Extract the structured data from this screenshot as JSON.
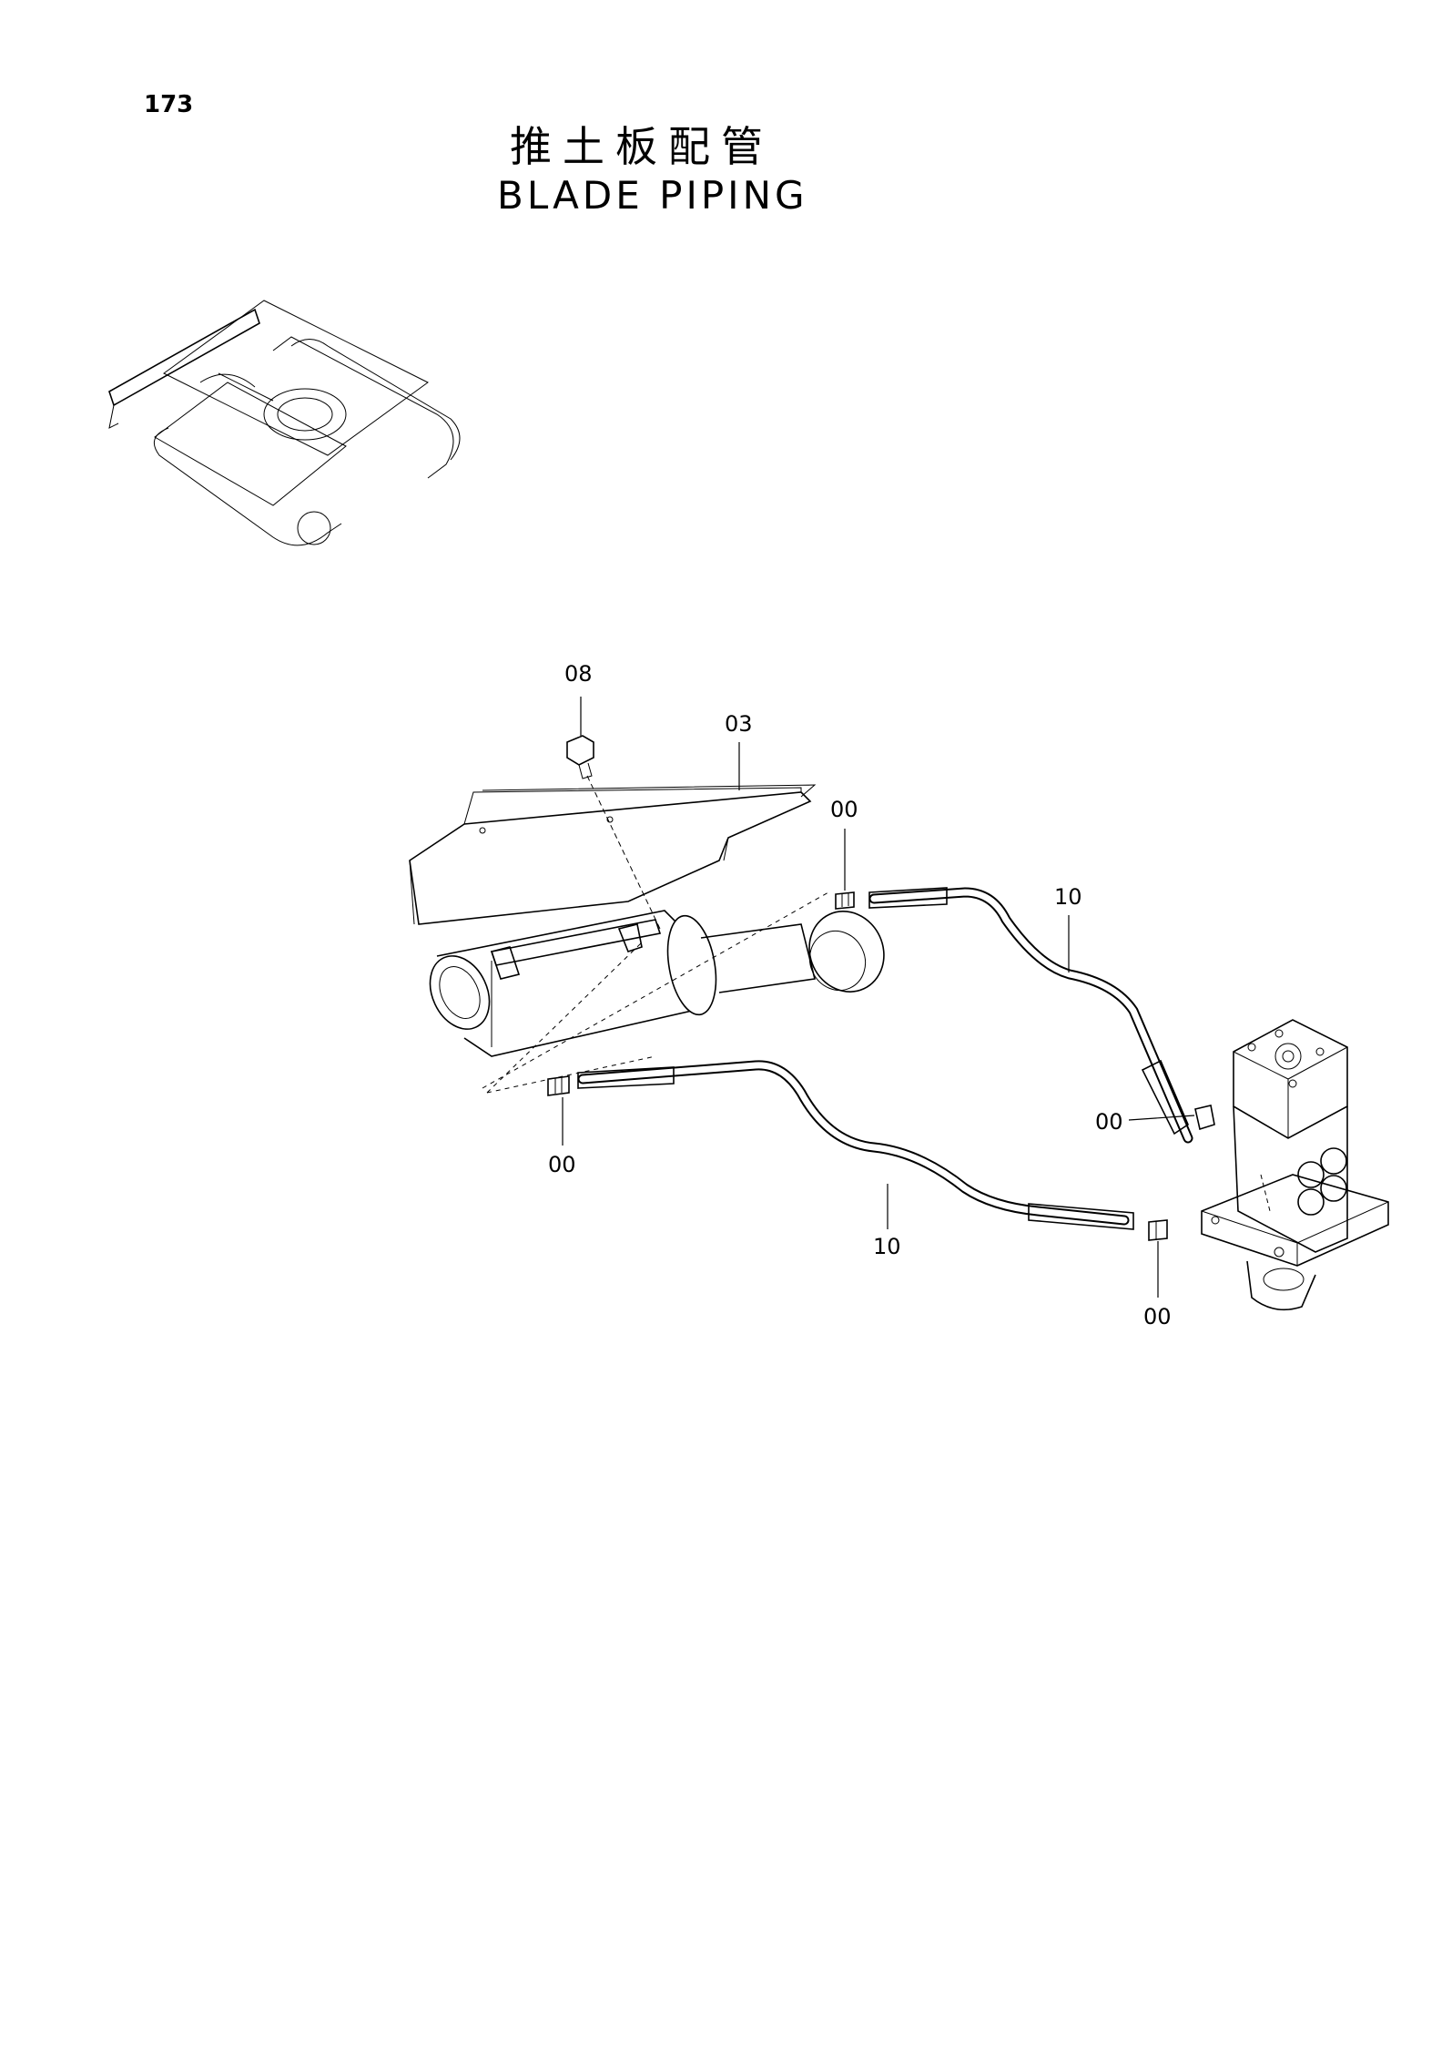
{
  "page": {
    "number": "173"
  },
  "title": {
    "cn": "推土板配管",
    "en": "BLADE PIPING"
  },
  "callouts": [
    {
      "id": "08"
    },
    {
      "id": "03"
    },
    {
      "id": "00"
    },
    {
      "id": "10"
    },
    {
      "id": "00"
    },
    {
      "id": "10"
    },
    {
      "id": "00"
    },
    {
      "id": "00"
    }
  ]
}
